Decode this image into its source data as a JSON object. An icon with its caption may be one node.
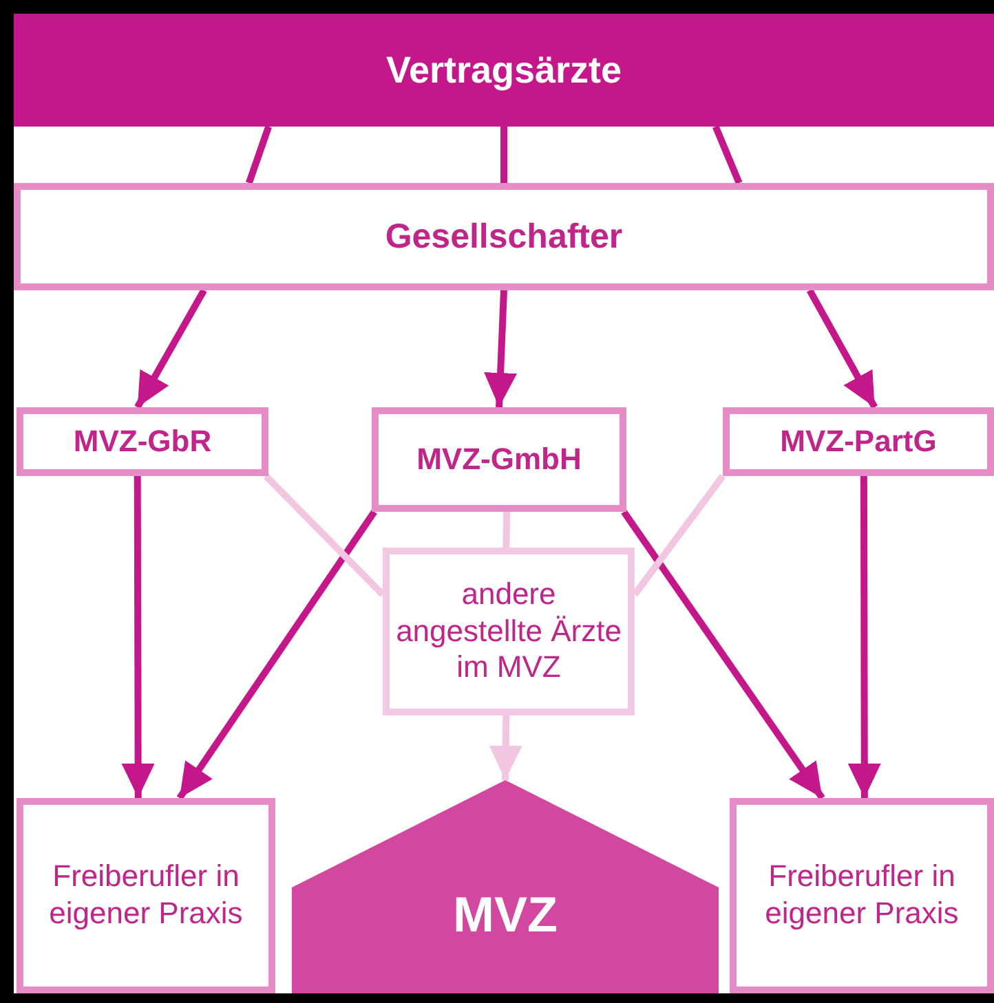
{
  "diagram": {
    "nodes": [
      {
        "text": [
          "Vertragsärzte"
        ]
      },
      {
        "text": [
          "Gesellschafter"
        ]
      },
      {
        "text": [
          "MVZ-GbR"
        ]
      },
      {
        "text": [
          "MVZ-GmbH"
        ]
      },
      {
        "text": [
          "MVZ-PartG"
        ]
      },
      {
        "text": [
          "andere angestellte Ärzte im MVZ"
        ]
      },
      {
        "text": [
          "Freiberufler in eigener Praxis"
        ]
      },
      {
        "text": [
          "MVZ"
        ]
      },
      {
        "text": [
          "Freiberufler in eigener Praxis"
        ]
      }
    ],
    "edges": [
      {
        "from": 0,
        "to": 1,
        "arrow": "none"
      },
      {
        "from": 0,
        "to": 1,
        "arrow": "none"
      },
      {
        "from": 0,
        "to": 1,
        "arrow": "none"
      },
      {
        "from": 1,
        "to": 2,
        "arrow": "to"
      },
      {
        "from": 1,
        "to": 3,
        "arrow": "to"
      },
      {
        "from": 1,
        "to": 4,
        "arrow": "to"
      },
      {
        "from": 2,
        "to": 6,
        "arrow": "to"
      },
      {
        "from": 3,
        "to": 6,
        "arrow": "to"
      },
      {
        "from": 3,
        "to": 8,
        "arrow": "to"
      },
      {
        "from": 4,
        "to": 8,
        "arrow": "to"
      },
      {
        "from": 2,
        "to": 5,
        "arrow": "none",
        "color": "#f2c6e0"
      },
      {
        "from": 3,
        "to": 5,
        "arrow": "none",
        "color": "#f2c6e0"
      },
      {
        "from": 4,
        "to": 5,
        "arrow": "none",
        "color": "#f2c6e0"
      },
      {
        "from": 5,
        "to": 7,
        "arrow": "to",
        "color": "#f2c6e0"
      }
    ]
  }
}
